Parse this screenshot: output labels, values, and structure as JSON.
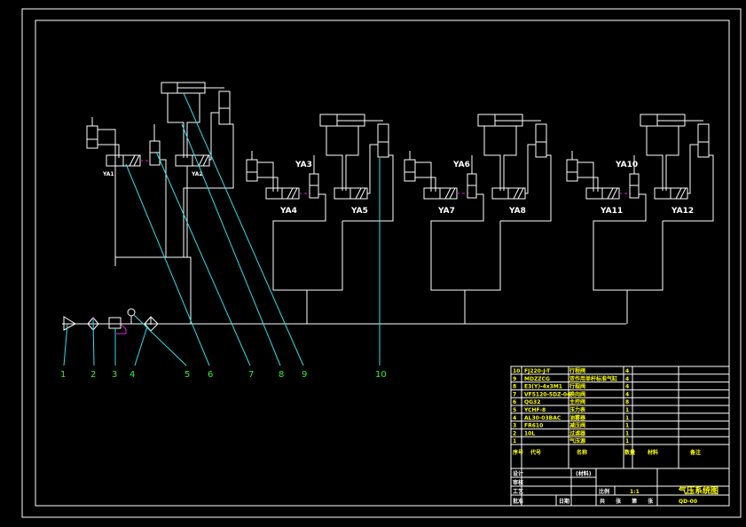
{
  "drawing": {
    "title": "气压系统图",
    "drawing_no": "QD-00",
    "scale_label": "比例",
    "scale": "1:1",
    "sheet_text": "共 张 第 张",
    "material_placeholder": "(材料)",
    "signatures": [
      "设计",
      "审核",
      "工艺",
      "批准"
    ],
    "date_label": "日期"
  },
  "valve_labels": [
    "YA1",
    "YA2",
    "YA3",
    "YA4",
    "YA5",
    "YA6",
    "YA7",
    "YA8",
    "YA10",
    "YA11",
    "YA12"
  ],
  "callouts": [
    "1",
    "2",
    "3",
    "4",
    "5",
    "6",
    "7",
    "8",
    "9",
    "10"
  ],
  "bom": {
    "headers": [
      "序号",
      "代号",
      "名称",
      "数量",
      "材料",
      "备注"
    ],
    "rows": [
      {
        "no": "10",
        "code": "FJ220-J-T",
        "name": "行程阀",
        "qty": "4",
        "material": "",
        "note": ""
      },
      {
        "no": "9",
        "code": "MDZZCG",
        "name": "双作用单杆标准气缸",
        "qty": "4",
        "material": "",
        "note": ""
      },
      {
        "no": "8",
        "code": "E3(Y)-4x3M1",
        "name": "行程阀",
        "qty": "4",
        "material": "",
        "note": ""
      },
      {
        "no": "7",
        "code": "VF5120-5DZ-04",
        "name": "换向阀",
        "qty": "4",
        "material": "",
        "note": ""
      },
      {
        "no": "6",
        "code": "QG32",
        "name": "主控阀",
        "qty": "8",
        "material": "",
        "note": ""
      },
      {
        "no": "5",
        "code": "YCHF-8",
        "name": "压力表",
        "qty": "1",
        "material": "",
        "note": ""
      },
      {
        "no": "4",
        "code": "AL30-03BAC",
        "name": "油雾器",
        "qty": "1",
        "material": "",
        "note": ""
      },
      {
        "no": "3",
        "code": "FR610",
        "name": "减压阀",
        "qty": "1",
        "material": "",
        "note": ""
      },
      {
        "no": "2",
        "code": "10L",
        "name": "过滤器",
        "qty": "1",
        "material": "",
        "note": ""
      },
      {
        "no": "1",
        "code": "",
        "name": "气压源",
        "qty": "1",
        "material": "",
        "note": ""
      }
    ]
  },
  "colors": {
    "line": "#ffffff",
    "leader": "#2ee0e8",
    "pilot": "#e020e0",
    "callout": "#33ee33",
    "titleblock_text": "#ffff00"
  }
}
